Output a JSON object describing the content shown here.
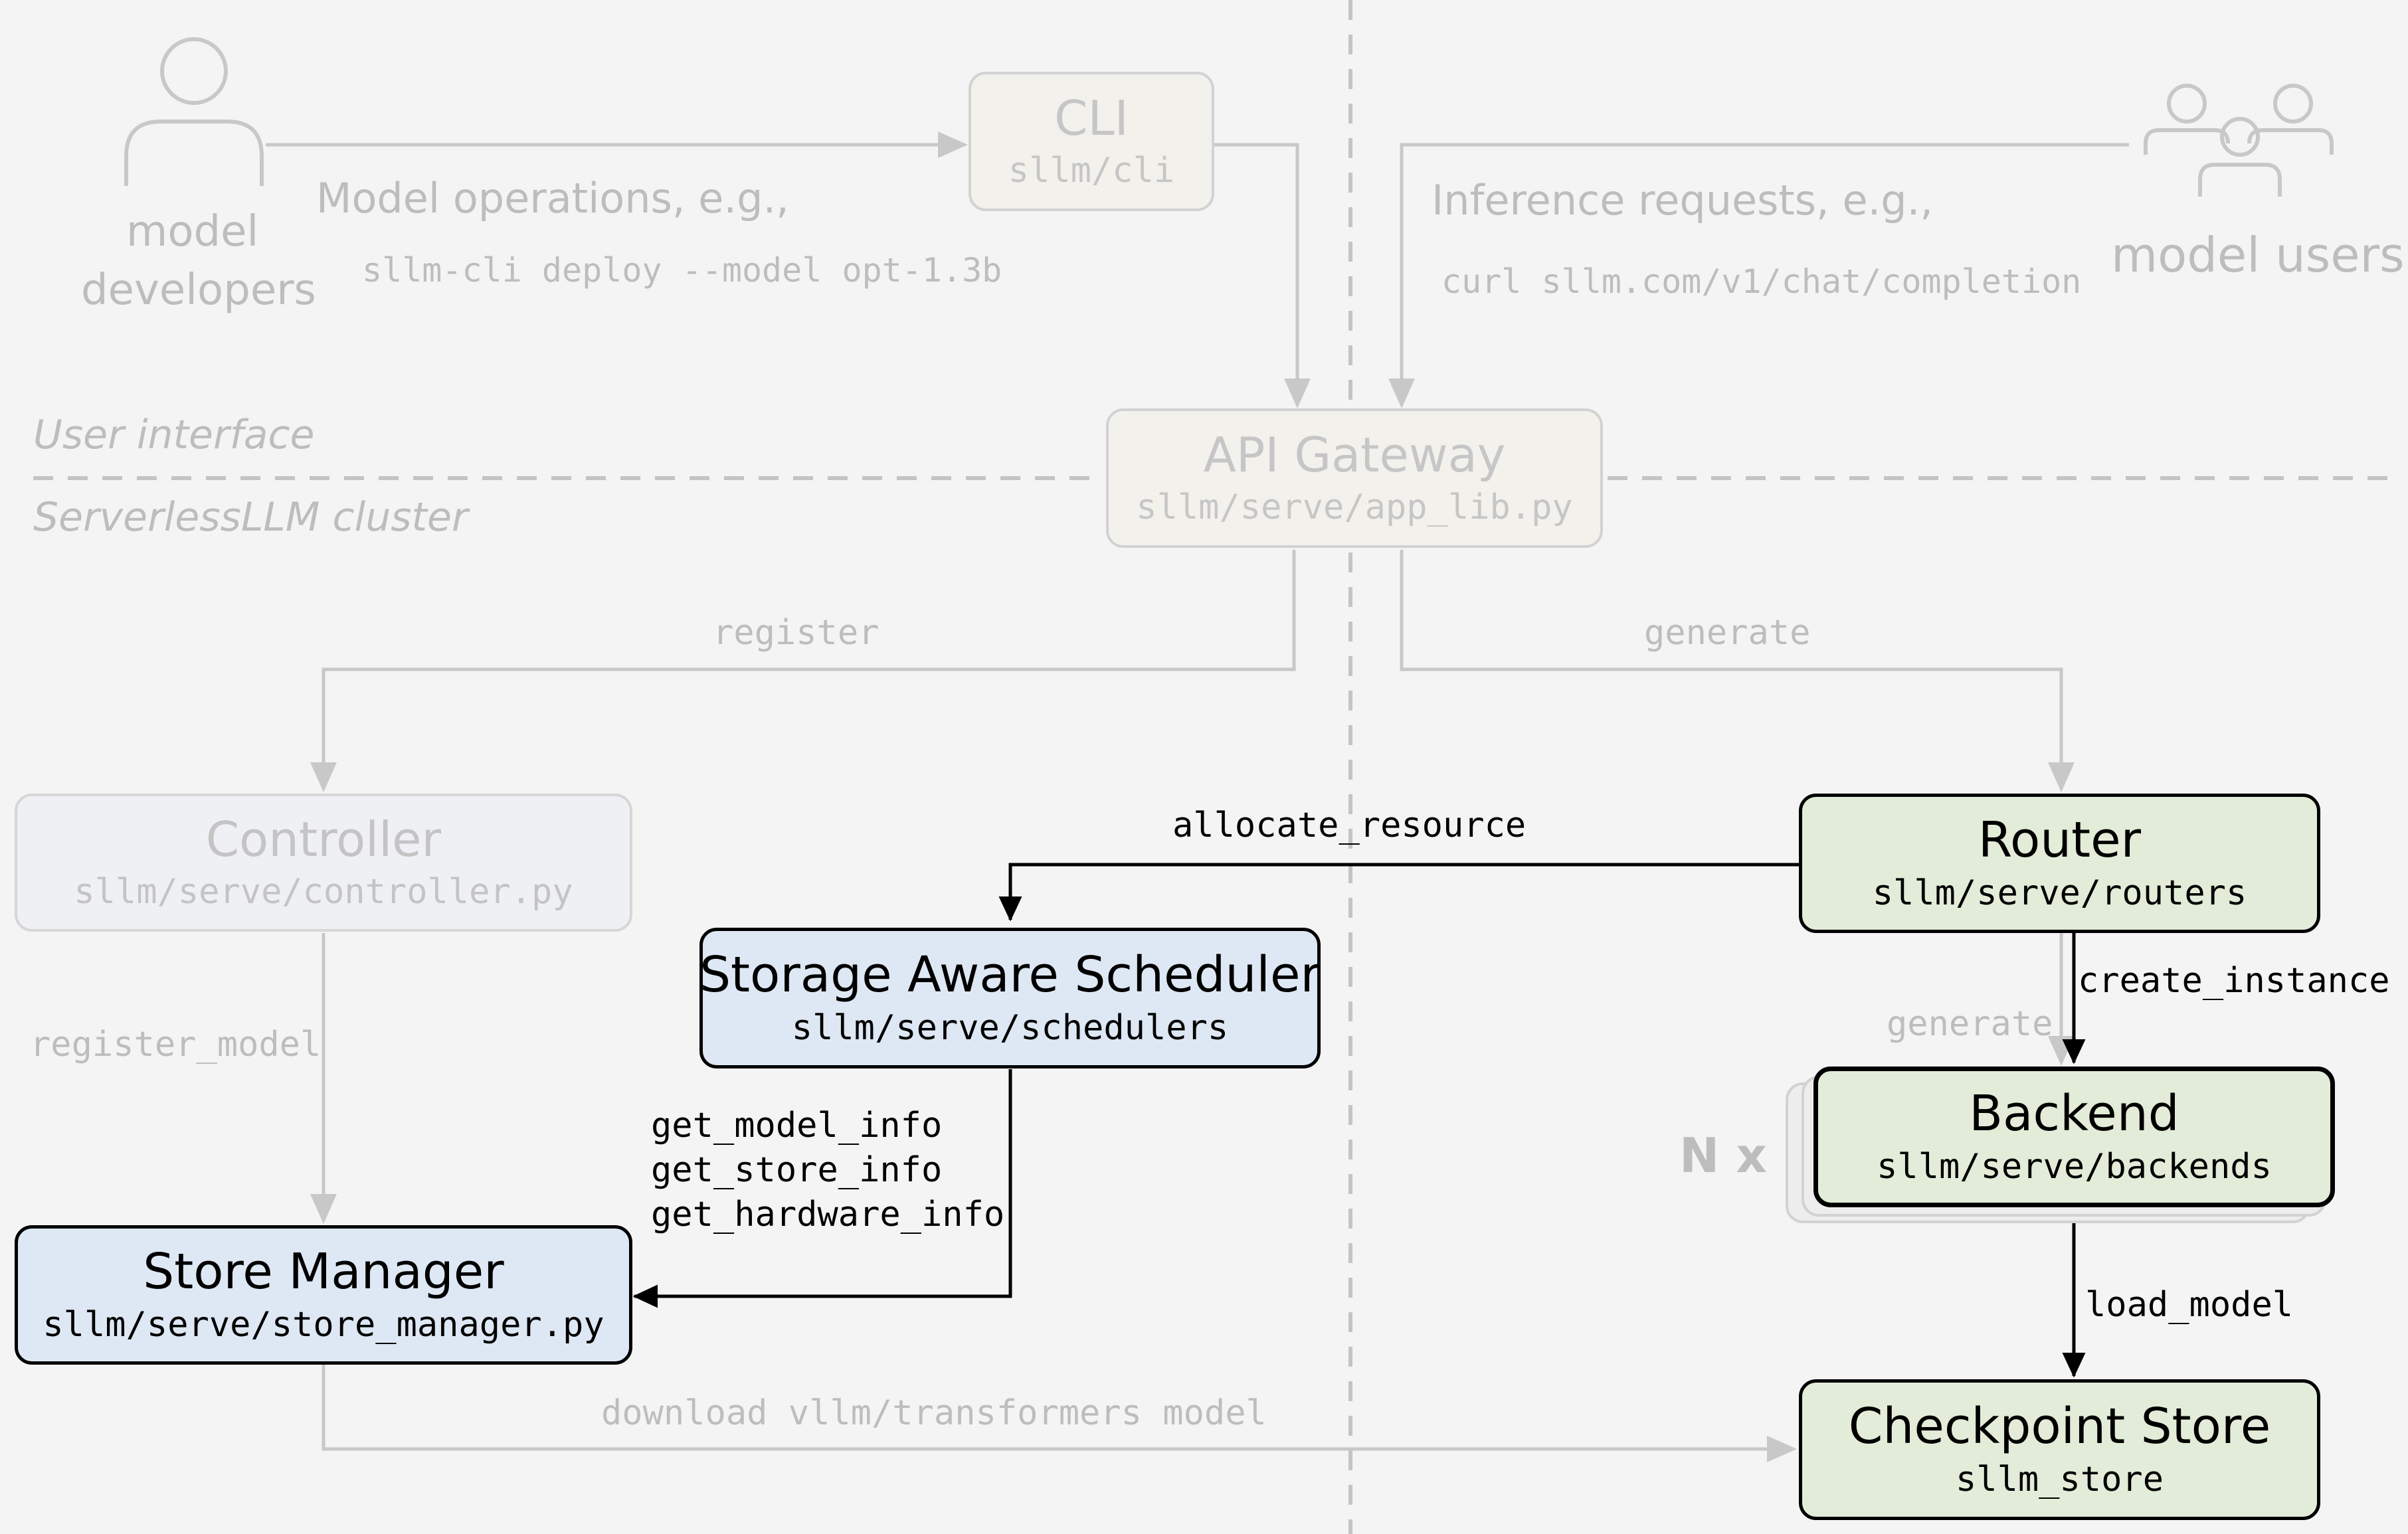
{
  "actors": {
    "developers": {
      "icon": "person-icon",
      "label_line1": "model",
      "label_line2": "developers"
    },
    "users": {
      "icon": "users-group-icon",
      "label": "model users"
    }
  },
  "sections": {
    "user_interface": "User interface",
    "cluster": "ServerlessLLM cluster"
  },
  "annotations": {
    "model_ops": "Model operations, e.g.,",
    "model_ops_cmd": "sllm-cli deploy --model opt-1.3b",
    "inference": "Inference requests, e.g.,",
    "inference_cmd": "curl sllm.com/v1/chat/completion",
    "n_x": "N x"
  },
  "nodes": {
    "cli": {
      "title": "CLI",
      "path": "sllm/cli"
    },
    "gateway": {
      "title": "API Gateway",
      "path": "sllm/serve/app_lib.py"
    },
    "controller": {
      "title": "Controller",
      "path": "sllm/serve/controller.py"
    },
    "scheduler": {
      "title": "Storage Aware Scheduler",
      "path": "sllm/serve/schedulers"
    },
    "store_manager": {
      "title": "Store Manager",
      "path": "sllm/serve/store_manager.py"
    },
    "router": {
      "title": "Router",
      "path": "sllm/serve/routers"
    },
    "backend": {
      "title": "Backend",
      "path": "sllm/serve/backends"
    },
    "checkpoint": {
      "title": "Checkpoint Store",
      "path": "sllm_store"
    }
  },
  "edges": {
    "register": "register",
    "generate_gateway": "generate",
    "allocate_resource": "allocate_resource",
    "register_model": "register_model",
    "create_instance": "create_instance",
    "generate_backend": "generate",
    "get_model_info": "get_model_info",
    "get_store_info": "get_store_info",
    "get_hardware_info": "get_hardware_info",
    "load_model": "load_model",
    "download": "download vllm/transformers model"
  },
  "colors": {
    "faded_line": "#c8c8c8",
    "active_line": "#000000",
    "blue_fill": "#dee8f4",
    "green_fill": "#e2ecd8",
    "background": "#f4f4f4"
  }
}
